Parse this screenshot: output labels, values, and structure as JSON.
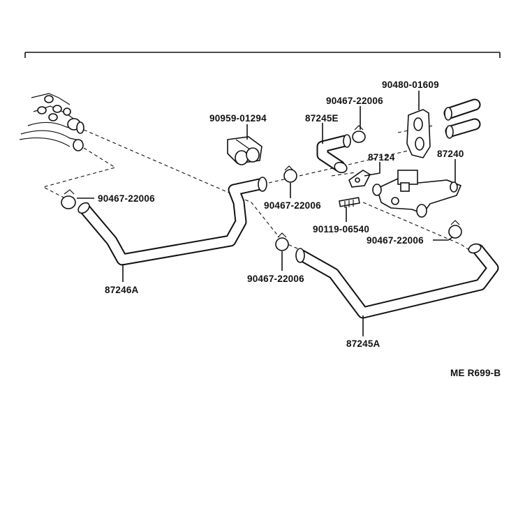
{
  "diagram": {
    "labels": {
      "clip_90480": "90480-01609",
      "clamp_top": "90467-22006",
      "clip_90959": "90959-01294",
      "hose_87245E": "87245E",
      "clamp_left": "90467-22006",
      "clamp_mid": "90467-22006",
      "bracket_87124": "87124",
      "valve_87240": "87240",
      "bolt_90119": "90119-06540",
      "clamp_right": "90467-22006",
      "hose_87246A": "87246A",
      "clamp_lower": "90467-22006",
      "hose_87245A": "87245A",
      "figure_code": "ME R699-B"
    }
  }
}
